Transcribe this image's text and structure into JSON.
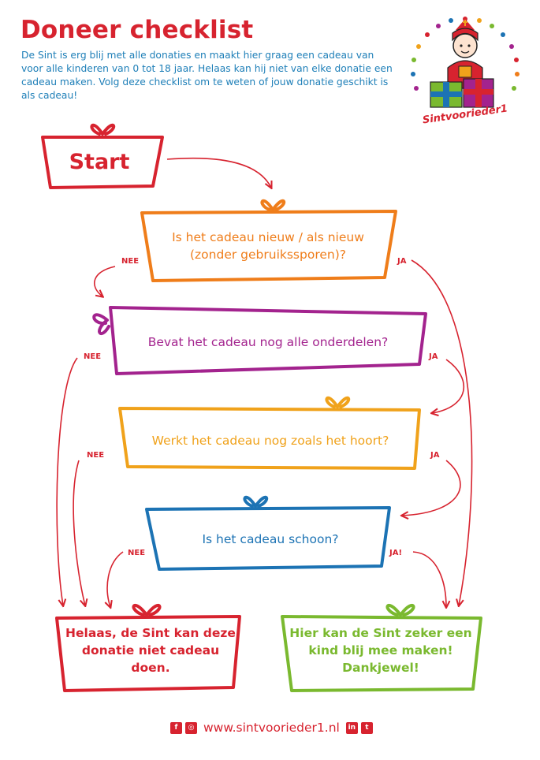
{
  "header": {
    "title": "Doneer checklist",
    "intro": "De Sint is erg blij met alle donaties en maakt hier graag een cadeau van voor alle kinderen van 0 tot 18 jaar. Helaas kan hij niet van elke donatie een cadeau maken. Volg deze checklist om te weten of jouw donatie geschikt is als cadeau!"
  },
  "logo": {
    "text": "Sintvoorieder1"
  },
  "flow": {
    "start": "Start",
    "q1": "Is het cadeau nieuw / als nieuw (zonder gebruikssporen)?",
    "q2": "Bevat het cadeau nog alle onderdelen?",
    "q3": "Werkt het cadeau nog zoals het hoort?",
    "q4": "Is het cadeau schoon?",
    "end_no": "Helaas, de Sint kan deze donatie niet cadeau doen.",
    "end_yes": "Hier kan de Sint zeker een kind blij mee maken! Dankjewel!",
    "no": "NEE",
    "yes": "JA",
    "yes_final": "JA!"
  },
  "colors": {
    "red": "#d7232f",
    "orange": "#ef7d1a",
    "purple": "#a3238e",
    "yellow": "#f0a21b",
    "blue": "#1c73b4",
    "green": "#7ab92f"
  },
  "footer": {
    "url": "www.sintvoorieder1.nl",
    "icons": [
      "facebook-icon",
      "instagram-icon",
      "linkedin-icon",
      "twitter-icon"
    ]
  }
}
